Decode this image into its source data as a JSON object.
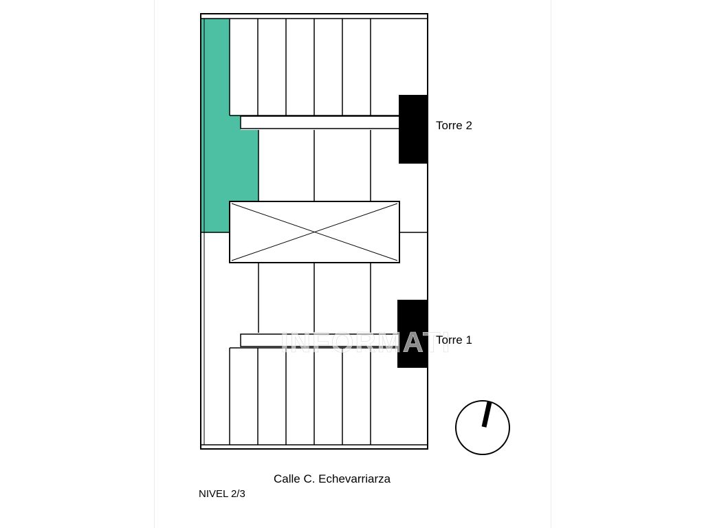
{
  "diagram": {
    "torre_labels": [
      "Torre 2",
      "Torre 1"
    ],
    "street_label": "Calle C. Echevarriarza",
    "level_label": "NIVEL 2/3",
    "watermark_text": "INFORMATI",
    "colors": {
      "highlight": "#4dbfa3",
      "torre_block": "#000000",
      "line": "#000000",
      "background": "#ffffff"
    },
    "icons": [
      "compass-icon"
    ]
  }
}
